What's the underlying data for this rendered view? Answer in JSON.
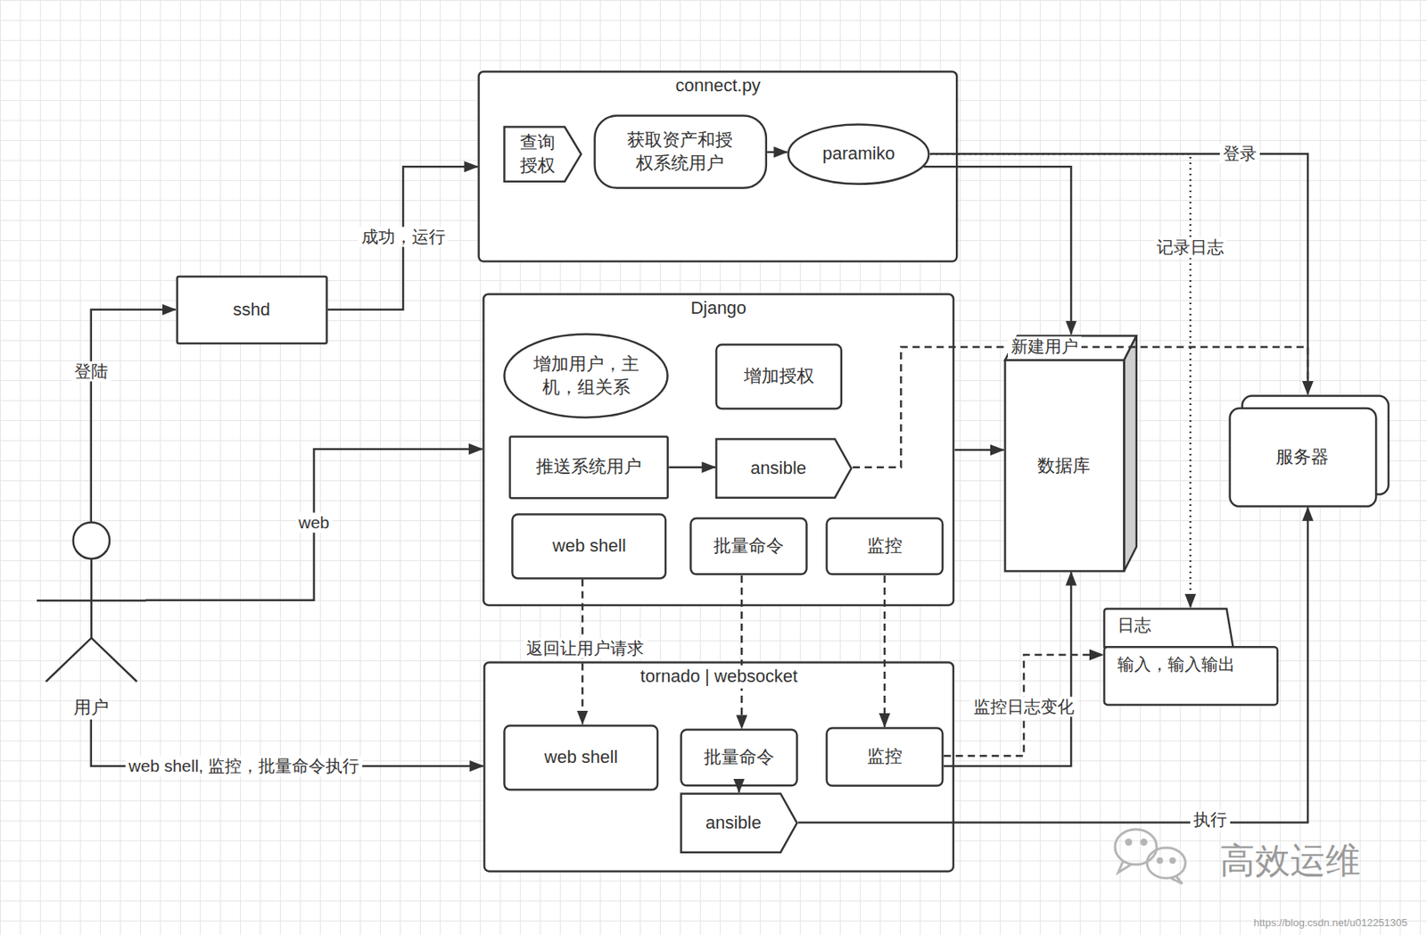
{
  "diagram": {
    "nodes": [
      {
        "text": [
          "connect.py"
        ]
      },
      {
        "text": [
          "查询授权"
        ],
        "in": 0
      },
      {
        "text": [
          "获取资产和授权系统用户"
        ],
        "in": 0
      },
      {
        "text": [
          "paramiko"
        ],
        "in": 0
      },
      {
        "text": [
          "sshd"
        ]
      },
      {
        "text": [
          "Django"
        ]
      },
      {
        "text": [
          "增加用户，主机，组关系"
        ],
        "in": 5
      },
      {
        "text": [
          "增加授权"
        ],
        "in": 5
      },
      {
        "text": [
          "推送系统用户"
        ],
        "in": 5
      },
      {
        "text": [
          "ansible"
        ],
        "in": 5
      },
      {
        "text": [
          "web shell"
        ],
        "in": 5
      },
      {
        "text": [
          "批量命令"
        ],
        "in": 5
      },
      {
        "text": [
          "监控"
        ],
        "in": 5
      },
      {
        "text": [
          "数据库"
        ]
      },
      {
        "text": [
          "服务器"
        ]
      },
      {
        "text": [
          "日志",
          "输入，输入输出"
        ]
      },
      {
        "text": [
          "tornado | websocket"
        ]
      },
      {
        "text": [
          "web shell"
        ],
        "in": 16
      },
      {
        "text": [
          "批量命令"
        ],
        "in": 16
      },
      {
        "text": [
          "监控"
        ],
        "in": 16
      },
      {
        "text": [
          "ansible"
        ],
        "in": 16
      },
      {
        "text": [
          "用户"
        ]
      }
    ],
    "edges": [
      {
        "from": 21,
        "to": 4,
        "label": "登陆",
        "arrow": "to"
      },
      {
        "from": 4,
        "to": 0,
        "label": "成功，运行",
        "arrow": "to"
      },
      {
        "from": 21,
        "to": 5,
        "label": "web",
        "arrow": "to"
      },
      {
        "from": 21,
        "to": 16,
        "label": "web shell, 监控，批量命令执行",
        "arrow": "to"
      },
      {
        "from": 2,
        "to": 3,
        "arrow": "to"
      },
      {
        "from": 3,
        "to": 14,
        "label": "登录",
        "arrow": "to"
      },
      {
        "from": 3,
        "to": 13,
        "arrow": "to"
      },
      {
        "from": 3,
        "to": 15,
        "label": "记录日志",
        "arrow": "to"
      },
      {
        "from": 8,
        "to": 9,
        "arrow": "to"
      },
      {
        "from": 9,
        "to": 14,
        "label": "新建用户",
        "arrow": "to"
      },
      {
        "from": 5,
        "to": 13,
        "arrow": "to"
      },
      {
        "from": 10,
        "to": 17,
        "label": "返回让用户请求",
        "arrow": "to"
      },
      {
        "from": 11,
        "to": 18,
        "arrow": "to"
      },
      {
        "from": 12,
        "to": 19,
        "arrow": "to"
      },
      {
        "from": 18,
        "to": 20,
        "arrow": "to"
      },
      {
        "from": 19,
        "to": 13,
        "arrow": "to"
      },
      {
        "from": 19,
        "to": 15,
        "label": "监控日志变化",
        "arrow": "to"
      },
      {
        "from": 20,
        "to": 14,
        "label": "执行",
        "arrow": "to"
      }
    ],
    "labels": [
      "高效运维",
      "https://blog.csdn.net/u012251305"
    ]
  }
}
